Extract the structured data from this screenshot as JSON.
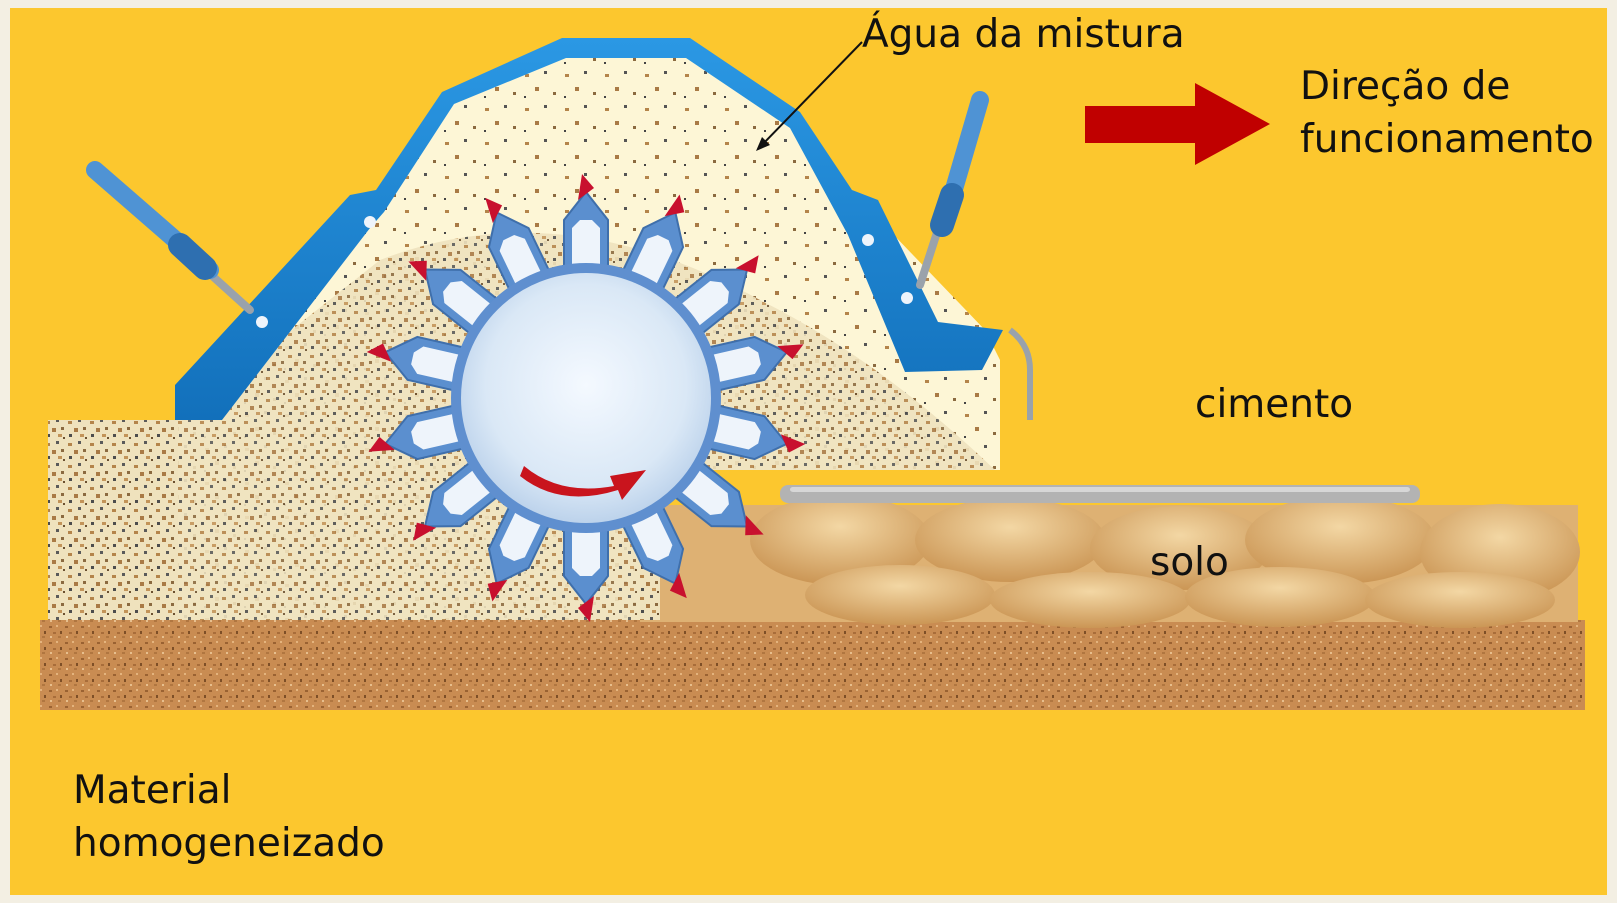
{
  "labels": {
    "mixing_water": "Água da mistura",
    "direction_line1": "Direção de",
    "direction_line2": "funcionamento",
    "cement": "cimento",
    "soil": "solo",
    "material_line1": "Material",
    "material_line2": "homogeneizado"
  },
  "colors": {
    "background": "#fcc72e",
    "frame_border": "#f3efe3",
    "housing": "#1f86d1",
    "chamber": "#fdf6d6",
    "rotor": "#dfecf8",
    "teeth": "#5b8fcf",
    "tooth_tips": "#c8102e",
    "arrow": "#c00000",
    "soil_clods": "#e0b374",
    "cement_layer": "#b3b3b3",
    "base_ground": "#c98c52"
  },
  "rotor": {
    "teeth_count": 14
  }
}
